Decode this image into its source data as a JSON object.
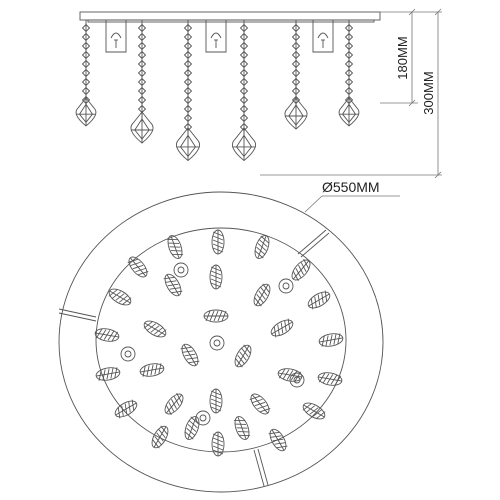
{
  "dimensions": {
    "drop_height": "180MM",
    "total_height": "300MM",
    "diameter": "Ø550MM"
  },
  "colors": {
    "line": "#555555",
    "dim_line": "#777777",
    "text": "#222222",
    "background": "#ffffff"
  }
}
